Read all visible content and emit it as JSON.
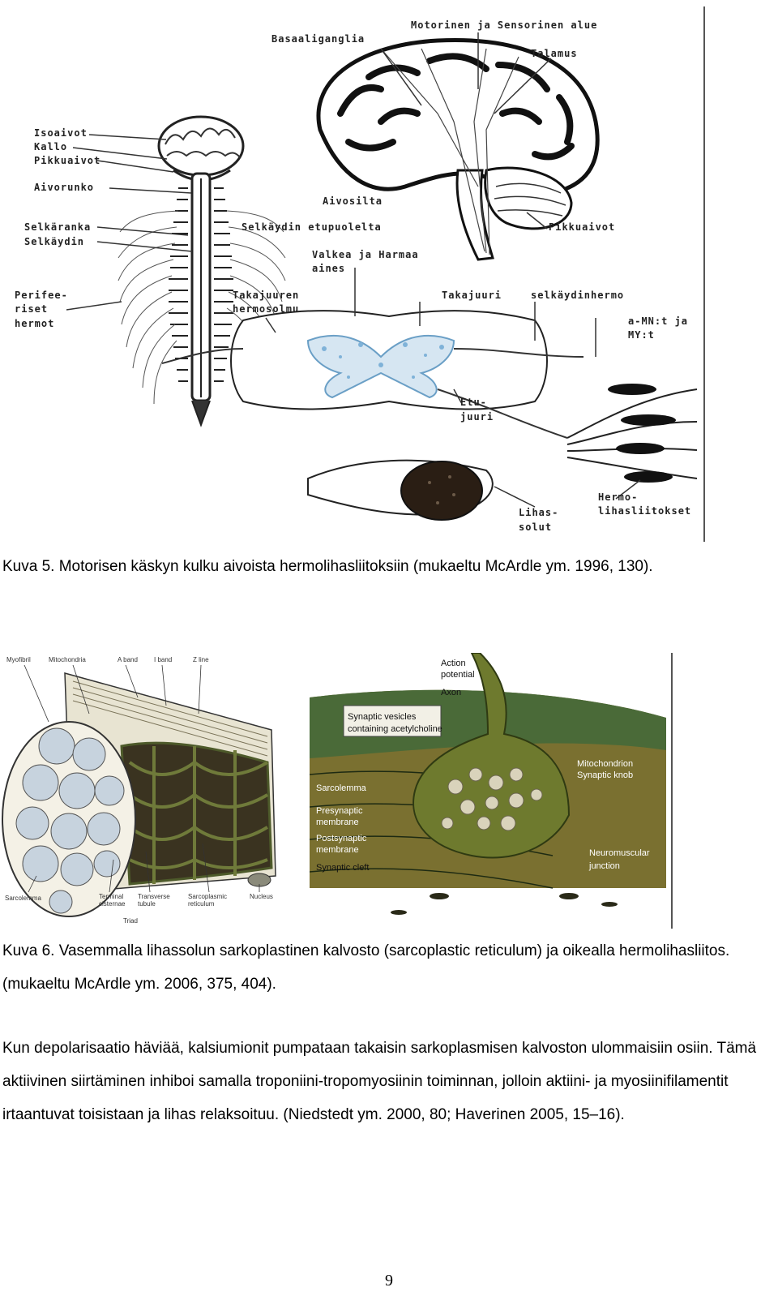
{
  "figure5": {
    "labels": {
      "isoaivot": "Isoaivot",
      "kallo": "Kallo",
      "pikkuaivot_left": "Pikkuaivot",
      "aivorunko": "Aivorunko",
      "selkaranka": "Selkäranka",
      "selkaydin": "Selkäydin",
      "perifeeriset_1": "Perifee-",
      "perifeeriset_2": "riset",
      "perifeeriset_3": "hermot",
      "basaaliganglia": "Basaaliganglia",
      "motorinen": "Motorinen ja Sensorinen alue",
      "talamus": "Talamus",
      "aivosilta": "Aivosilta",
      "selkaydin_etupuolelta": "Selkäydin etupuolelta",
      "pikkuaivot_right": "Pikkuaivot",
      "valkea_1": "Valkea ja Harmaa",
      "valkea_2": "aines",
      "takajuuren_1": "Takajuuren",
      "takajuuren_2": "hermosolmu",
      "takajuuri": "Takajuuri",
      "selkaydinhermo": "selkäydinhermo",
      "amn_1": "a-MN:t ja",
      "amn_2": "MY:t",
      "etujuuri_1": "Etu-",
      "etujuuri_2": "juuri",
      "lihassolut_1": "Lihas-",
      "lihassolut_2": "solut",
      "hermolihas_1": "Hermo-",
      "hermolihas_2": "lihasliitokset"
    },
    "caption": "Kuva 5. Motorisen käskyn kulku aivoista hermolihasliitoksiin (mukaeltu McArdle ym. 1996, 130)."
  },
  "figure6": {
    "left_labels": {
      "myofibril": "Myofibril",
      "mitochondria": "Mitochondria",
      "a_band": "A band",
      "i_band": "I band",
      "z_line": "Z line",
      "sarcolemma": "Sarcolemma",
      "terminal_1": "Terminal",
      "terminal_2": "cisternae",
      "transverse_1": "Transverse",
      "transverse_2": "tubule",
      "sarcoplasmic_1": "Sarcoplasmic",
      "sarcoplasmic_2": "reticulum",
      "nucleus": "Nucleus",
      "triad": "Triad"
    },
    "right_labels": {
      "action_1": "Action",
      "action_2": "potential",
      "axon": "Axon",
      "vesicles_1": "Synaptic vesicles",
      "vesicles_2": "containing acetylcholine",
      "mitochondrion": "Mitochondrion",
      "synaptic_knob": "Synaptic knob",
      "sarcolemma": "Sarcolemma",
      "presynaptic_1": "Presynaptic",
      "presynaptic_2": "membrane",
      "postsynaptic_1": "Postsynaptic",
      "postsynaptic_2": "membrane",
      "neuromuscular_1": "Neuromuscular",
      "neuromuscular_2": "junction",
      "synaptic_cleft": "Synaptic cleft"
    },
    "caption": "Kuva 6. Vasemmalla lihassolun sarkoplastinen kalvosto (sarcoplastic reticulum) ja oikealla hermolihasliitos. (mukaeltu McArdle ym. 2006, 375, 404)."
  },
  "paragraph": "Kun depolarisaatio häviää, kalsiumionit pumpataan takaisin sarkoplasmisen kalvoston ulommaisiin osiin. Tämä aktiivinen siirtäminen inhiboi samalla troponiini-tropomyosiinin toiminnan, jolloin aktiini- ja myosiinifilamentit irtaantuvat toisistaan ja lihas relaksoituu. (Niedstedt ym. 2000, 80; Haverinen 2005, 15–16).",
  "page_number": "9"
}
